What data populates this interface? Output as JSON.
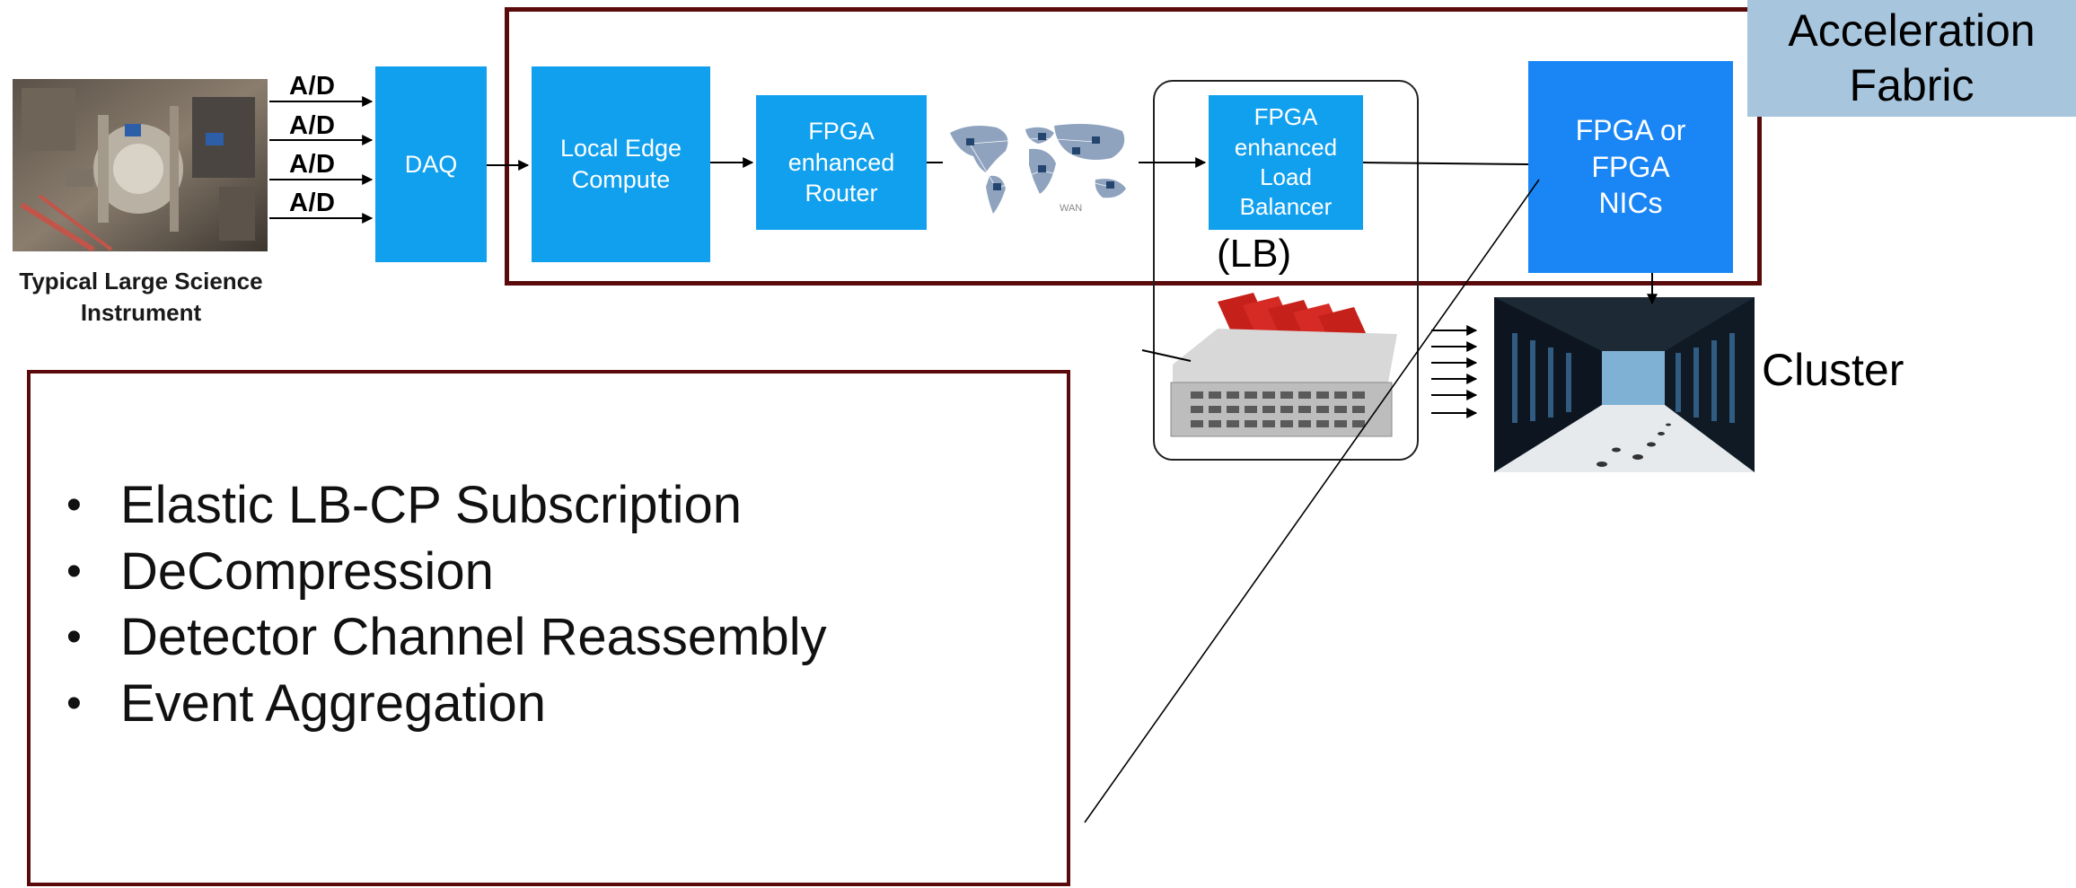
{
  "instrument": {
    "caption": "Typical Large Science\nInstrument",
    "ad_labels": [
      "A/D",
      "A/D",
      "A/D",
      "A/D"
    ]
  },
  "pipeline": {
    "daq": "DAQ",
    "local_edge": "Local Edge\nCompute",
    "router": "FPGA\nenhanced\nRouter",
    "wan_label": "WAN",
    "load_balancer": "FPGA\nenhanced\nLoad\nBalancer",
    "lb_label": "(LB)",
    "nics": "FPGA or\nFPGA\nNICs"
  },
  "fabric_label": "Acceleration\nFabric",
  "cluster_label": "Cluster",
  "features": [
    "Elastic LB-CP Subscription",
    "DeCompression",
    "Detector Channel Reassembly",
    "Event Aggregation"
  ],
  "bullet_glyph": "•",
  "colors": {
    "box_blue": "#11a0ee",
    "nic_blue": "#1a86f5",
    "frame_maroon": "#5a0a0a",
    "fabric_label_bg": "#a7c5dd"
  }
}
